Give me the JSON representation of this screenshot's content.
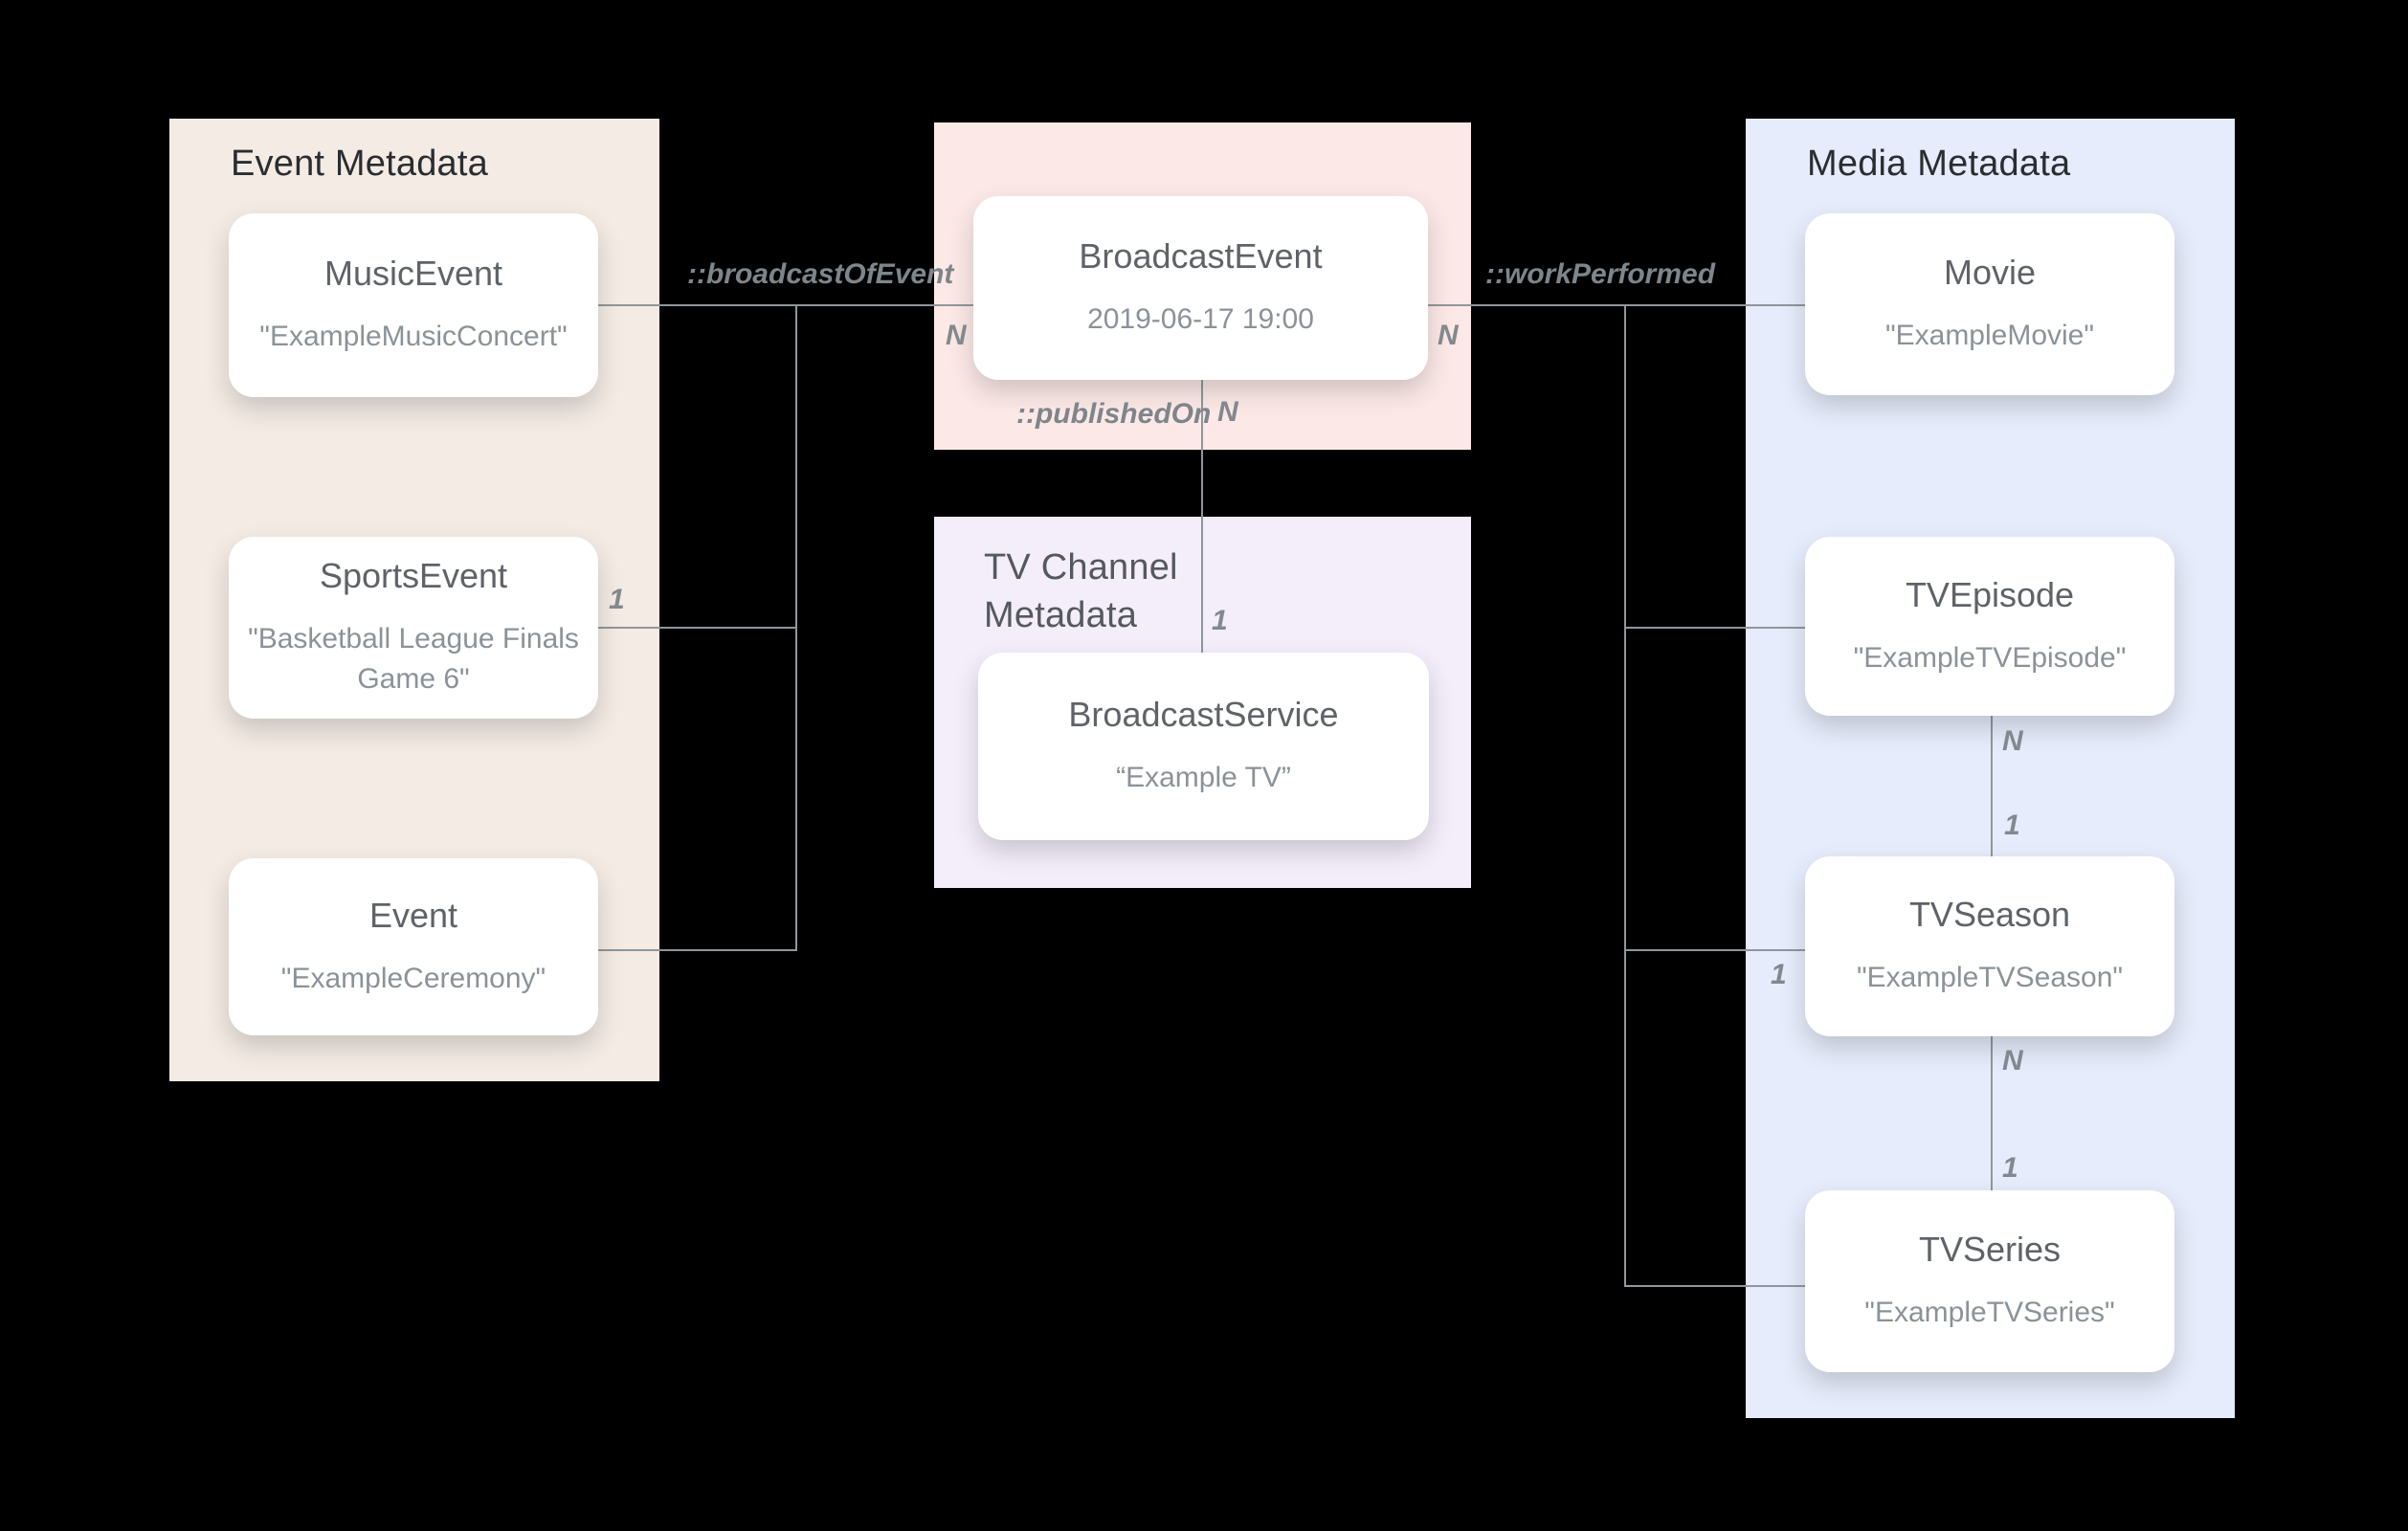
{
  "panels": {
    "event": {
      "title": "Event Metadata"
    },
    "tv_channel": {
      "title": "TV Channel Metadata"
    },
    "media": {
      "title": "Media Metadata"
    }
  },
  "nodes": {
    "music_event": {
      "title": "MusicEvent",
      "value": "\"ExampleMusicConcert\""
    },
    "sports_event": {
      "title": "SportsEvent",
      "value": "\"Basketball League Finals Game 6\""
    },
    "event": {
      "title": "Event",
      "value": "\"ExampleCeremony\""
    },
    "broadcast_event": {
      "title": "BroadcastEvent",
      "value": "2019-06-17 19:00"
    },
    "broadcast_service": {
      "title": "BroadcastService",
      "value": "“Example TV”"
    },
    "movie": {
      "title": "Movie",
      "value": "\"ExampleMovie\""
    },
    "tv_episode": {
      "title": "TVEpisode",
      "value": "\"ExampleTVEpisode\""
    },
    "tv_season": {
      "title": "TVSeason",
      "value": "\"ExampleTVSeason\""
    },
    "tv_series": {
      "title": "TVSeries",
      "value": "\"ExampleTVSeries\""
    }
  },
  "edge_labels": {
    "broadcast_of_event": "::broadcastOfEvent",
    "work_performed": "::workPerformed",
    "published_on": "::publishedOn"
  },
  "cardinalities": {
    "broadcast_left_n": "N",
    "broadcast_right_n": "N",
    "sports_one": "1",
    "published_n": "N",
    "published_one": "1",
    "season_one": "1",
    "episode_season_n": "N",
    "episode_season_one": "1",
    "season_series_n": "N",
    "season_series_one": "1"
  },
  "colors": {
    "background": "#000000",
    "event_panel": "#f4ebe4",
    "broadcast_panel": "#fce9e7",
    "tv_channel_panel": "#f4eefb",
    "media_panel": "#e6ecfb",
    "node_background": "#ffffff",
    "connector_line": "#90969b",
    "node_title_text": "#5f6368",
    "node_value_text": "#8b9298",
    "panel_title_dark": "#2a2d31",
    "panel_title_gray": "#55595e",
    "edge_label_text": "#7e858b"
  }
}
